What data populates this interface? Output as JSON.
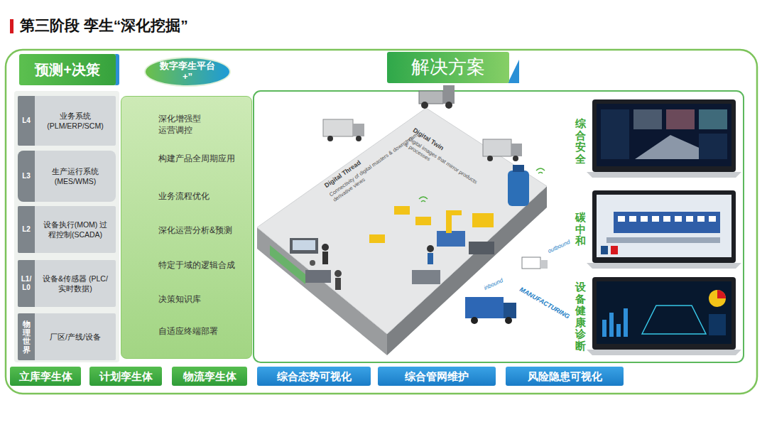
{
  "diagram": {
    "title": "第三阶段 孪生“深化挖掘”",
    "nodes": [
      {
        "text": [
          "预测+决策"
        ]
      },
      {
        "text": [
          "数字孪生平台 +”"
        ]
      },
      {
        "text": [
          "解决方案"
        ]
      },
      {
        "text": [
          "L4",
          "业务系统 (PLM/ERP/SCM)"
        ]
      },
      {
        "text": [
          "L3",
          "生产运行系统 (MES/WMS)"
        ]
      },
      {
        "text": [
          "L2",
          "设备执行(MOM) 过程控制(SCADA)"
        ]
      },
      {
        "text": [
          "L1/ L0",
          "设备&传感器 (PLC/实时数据)"
        ]
      },
      {
        "text": [
          "物理世界",
          "厂区/产线/设备"
        ]
      },
      {
        "text": [
          "深化增强型运营调控",
          "构建产品全周期应用",
          "业务流程优化",
          "深化运营分析&预测",
          "特定于域的逻辑合成",
          "决策知识库",
          "自适应终端部署"
        ]
      },
      {
        "text": [
          "立库孪生体"
        ]
      },
      {
        "text": [
          "计划孪生体"
        ]
      },
      {
        "text": [
          "物流孪生体"
        ]
      },
      {
        "text": [
          "综合态势可视化"
        ]
      },
      {
        "text": [
          "综合管网维护"
        ]
      },
      {
        "text": [
          "风险隐患可视化"
        ]
      }
    ],
    "labels": [
      "Digital Thread",
      "Connectivity of digital masters & downstream derivative views",
      "Digital Twin",
      "Digital images that mirror products & processes",
      "outbound",
      "MANUFACTURING",
      "inbound",
      "综合安全",
      "碳中和",
      "设备健康诊断"
    ]
  }
}
